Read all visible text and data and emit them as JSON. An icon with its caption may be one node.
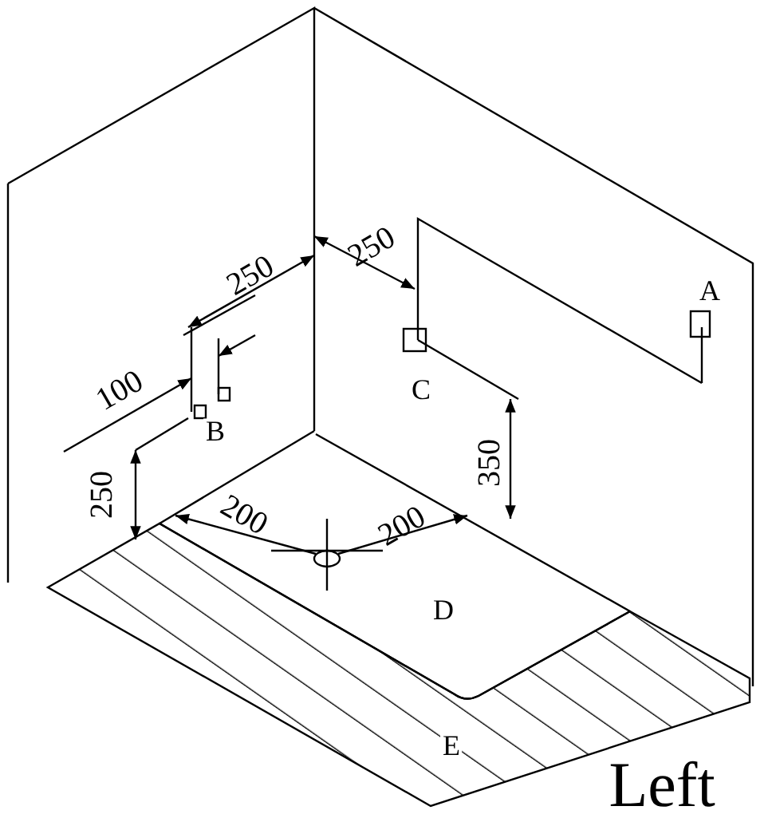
{
  "diagram": {
    "labels": [
      "250",
      "A",
      "250",
      "100",
      "B",
      "C",
      "250",
      "350",
      "200",
      "200",
      "D",
      "E",
      "Left"
    ]
  }
}
